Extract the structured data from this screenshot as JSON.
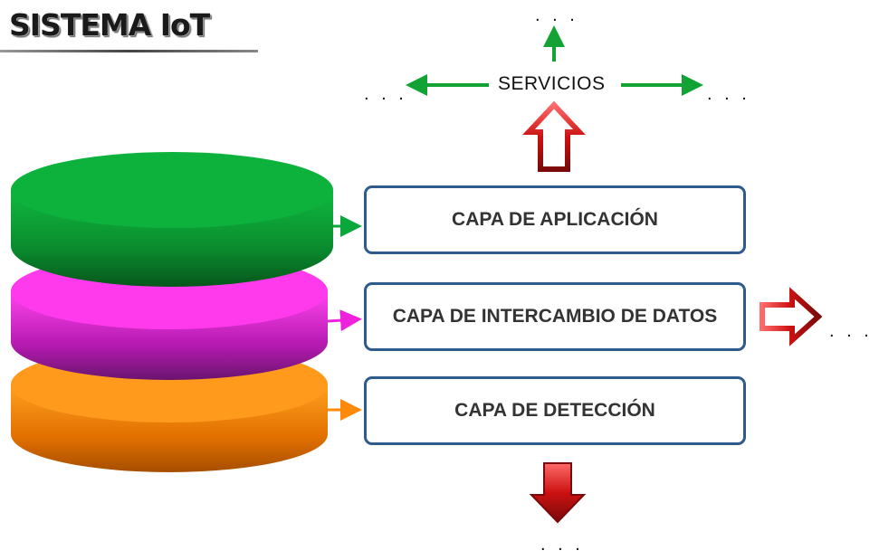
{
  "title": "SISTEMA IoT",
  "layers": [
    {
      "label": "CAPA DE APLICACIÓN",
      "color": "#0aa83a"
    },
    {
      "label": "CAPA DE INTERCAMBIO DE DATOS",
      "color": "#ee22dd"
    },
    {
      "label": "CAPA DE DETECCIÓN",
      "color": "#ff8a0a"
    }
  ],
  "services": {
    "label": "SERVICIOS",
    "arrow_color": "#13a335"
  },
  "ellipsis": ". . .",
  "colors": {
    "box_border": "#2e5a8c",
    "block_arrow": "#cc1111"
  }
}
